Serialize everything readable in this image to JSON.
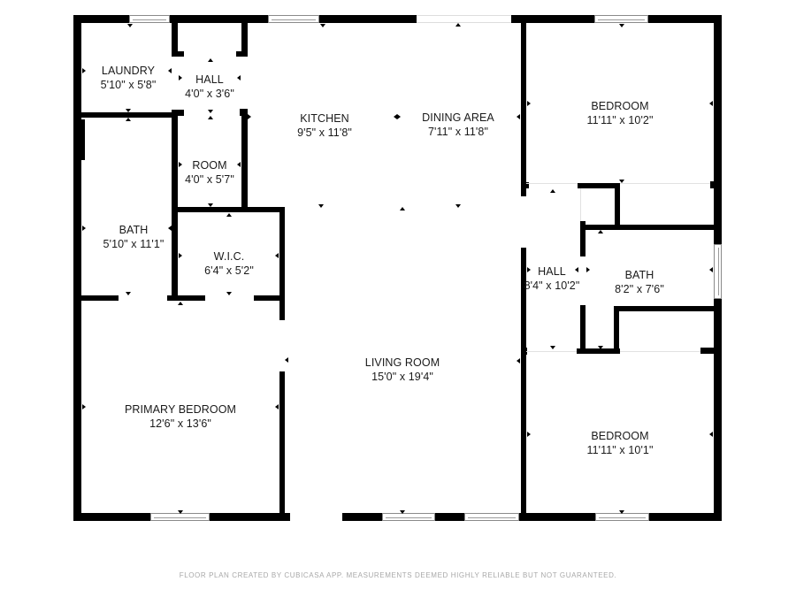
{
  "floor_plan": {
    "rooms": [
      {
        "id": "laundry",
        "name": "LAUNDRY",
        "dims": "5'10\" x 5'8\""
      },
      {
        "id": "hall_left",
        "name": "HALL",
        "dims": "4'0\" x 3'6\""
      },
      {
        "id": "room",
        "name": "ROOM",
        "dims": "4'0\" x 5'7\""
      },
      {
        "id": "bath_left",
        "name": "BATH",
        "dims": "5'10\" x 11'1\""
      },
      {
        "id": "wic",
        "name": "W.I.C.",
        "dims": "6'4\" x 5'2\""
      },
      {
        "id": "primary_bedroom",
        "name": "PRIMARY BEDROOM",
        "dims": "12'6\" x 13'6\""
      },
      {
        "id": "kitchen",
        "name": "KITCHEN",
        "dims": "9'5\" x 11'8\""
      },
      {
        "id": "dining_area",
        "name": "DINING AREA",
        "dims": "7'11\" x 11'8\""
      },
      {
        "id": "living_room",
        "name": "LIVING ROOM",
        "dims": "15'0\" x 19'4\""
      },
      {
        "id": "bedroom_top",
        "name": "BEDROOM",
        "dims": "11'11\" x 10'2\""
      },
      {
        "id": "hall_right",
        "name": "HALL",
        "dims": "8'4\" x 10'2\""
      },
      {
        "id": "bath_right",
        "name": "BATH",
        "dims": "8'2\" x 7'6\""
      },
      {
        "id": "bedroom_bottom",
        "name": "BEDROOM",
        "dims": "11'11\" x 10'1\""
      }
    ],
    "colors": {
      "wall": "#000000",
      "background": "#ffffff",
      "footer_text": "#a8a8a8"
    }
  },
  "footer": {
    "disclaimer": "FLOOR PLAN CREATED BY CUBICASA APP. MEASUREMENTS DEEMED HIGHLY RELIABLE BUT NOT GUARANTEED."
  }
}
